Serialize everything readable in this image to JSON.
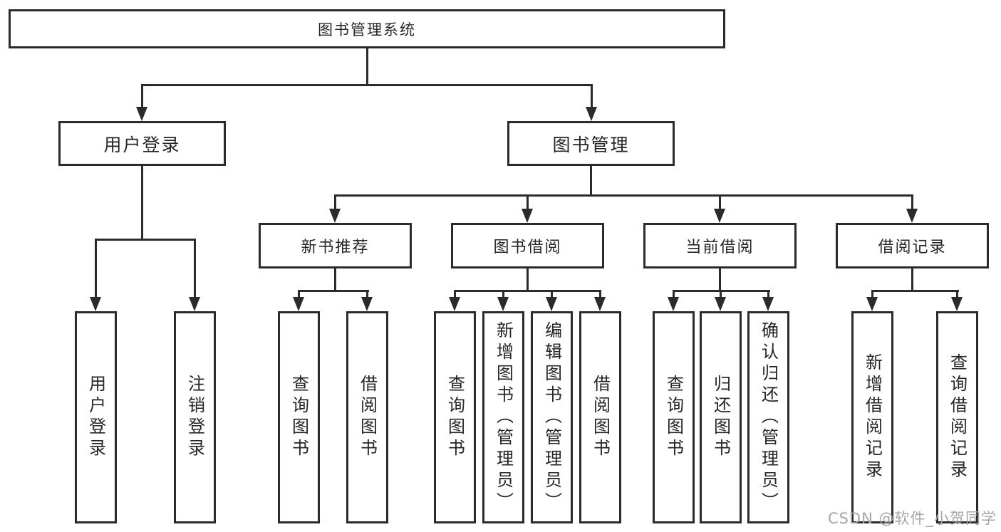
{
  "diagram": {
    "type": "hierarchy",
    "colors": {
      "line": "#2b2b2b",
      "background": "#ffffff",
      "watermark": "#a6a6a6"
    },
    "root_label": "图书管理系统",
    "level2": [
      {
        "label": "用户登录"
      },
      {
        "label": "图书管理"
      }
    ],
    "level3": [
      {
        "label": "新书推荐"
      },
      {
        "label": "图书借阅"
      },
      {
        "label": "当前借阅"
      },
      {
        "label": "借阅记录"
      }
    ],
    "leaves": {
      "user_login": [
        {
          "label": "用户登录"
        },
        {
          "label": "注销登录"
        }
      ],
      "new_book": [
        {
          "label": "查询图书"
        },
        {
          "label": "借阅图书"
        }
      ],
      "book_borrow": [
        {
          "label": "查询图书"
        },
        {
          "label": "新增图书（管理员）"
        },
        {
          "label": "编辑图书（管理员）"
        },
        {
          "label": "借阅图书"
        }
      ],
      "current_borrow": [
        {
          "label": "查询图书"
        },
        {
          "label": "归还图书"
        },
        {
          "label": "确认归还（管理员）"
        }
      ],
      "borrow_record": [
        {
          "label": "新增借阅记录"
        },
        {
          "label": "查询借阅记录"
        }
      ]
    },
    "watermark": "CSDN @软件_小贺同学"
  }
}
